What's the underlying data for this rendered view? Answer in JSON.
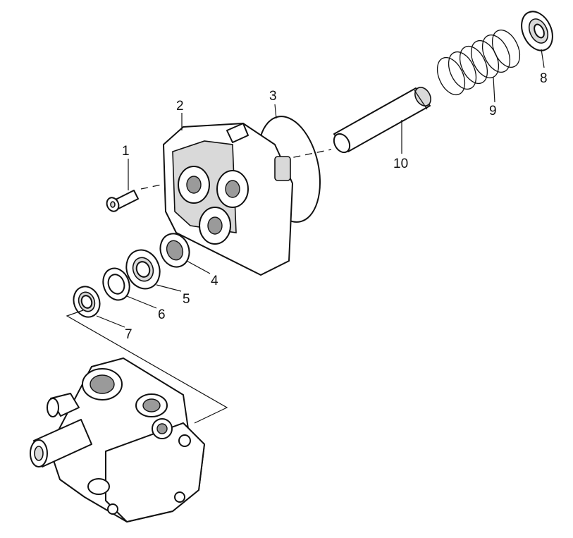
{
  "callouts": {
    "c1": "1",
    "c2": "2",
    "c3": "3",
    "c4": "4",
    "c5": "5",
    "c6": "6",
    "c7": "7",
    "c8": "8",
    "c9": "9",
    "c10": "10"
  },
  "colors": {
    "line": "#111111",
    "background": "#ffffff",
    "shade": "#d9d9d9"
  }
}
